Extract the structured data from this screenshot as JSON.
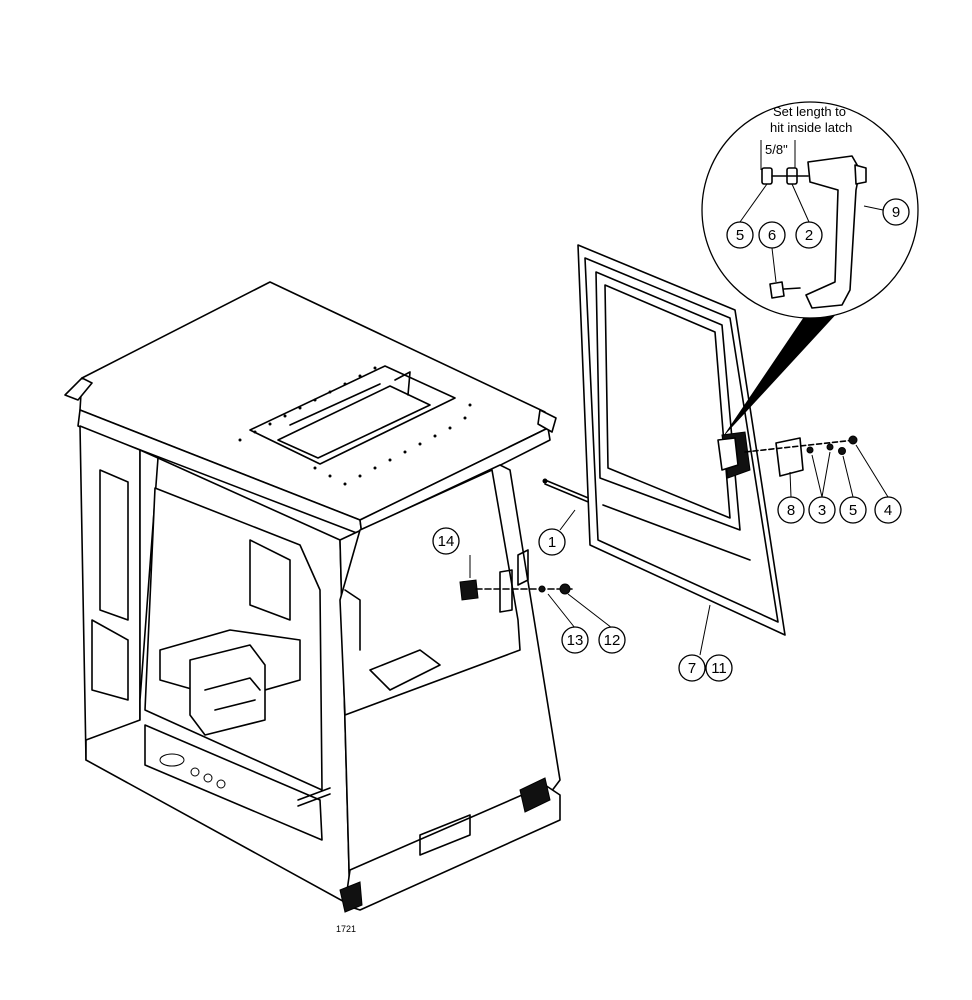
{
  "figure_number": "1721",
  "detail_note": {
    "line1": "Set length to",
    "line2": "hit inside latch",
    "dimension": "5/8\""
  },
  "callouts": {
    "c1": "1",
    "c2": "2",
    "c3": "3",
    "c4": "4",
    "c5a": "5",
    "c5b": "5",
    "c6": "6",
    "c7": "7",
    "c8": "8",
    "c9": "9",
    "c11": "11",
    "c12": "12",
    "c13": "13",
    "c14": "14"
  }
}
